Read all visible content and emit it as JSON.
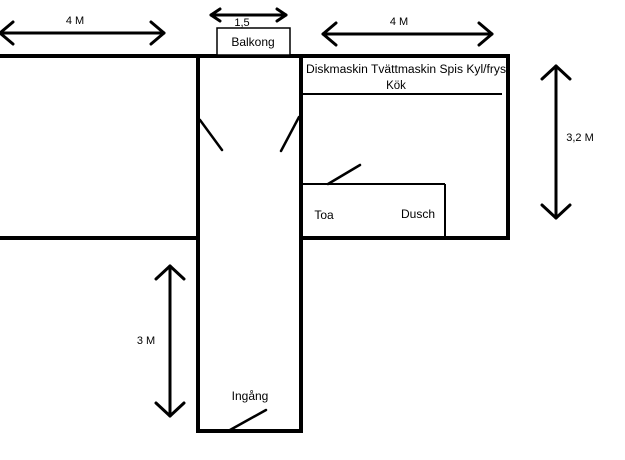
{
  "labels": {
    "left_width": "4 M",
    "balcony_width": "1,5",
    "balcony": "Balkong",
    "right_width": "4 M",
    "appliances": "Diskmaskin Tvättmaskin Spis Kyl/frys",
    "kitchen": "Kök",
    "right_height": "3,2 M",
    "toilet": "Toa",
    "shower": "Dusch",
    "corridor_length": "3 M",
    "entrance": "Ingång"
  }
}
